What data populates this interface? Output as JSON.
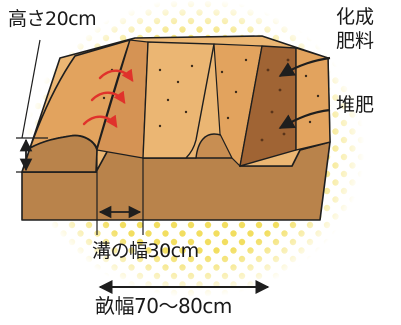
{
  "labels": {
    "height": "高さ20cm",
    "chemical_fertilizer_line1": "化成",
    "chemical_fertilizer_line2": "肥料",
    "compost": "堆肥",
    "trench_width": "溝の幅30cm",
    "ridge_width": "畝幅70〜80cm"
  },
  "colors": {
    "halftone_dot": "#f2de60",
    "soil_top_light": "#ebb673",
    "soil_top_mid": "#e2a35e",
    "soil_front": "#b9834b",
    "soil_side": "#a06c3b",
    "compost_strip": "#a06434",
    "outline": "#1e1e1e",
    "airflow_arrow": "#e0322b"
  }
}
